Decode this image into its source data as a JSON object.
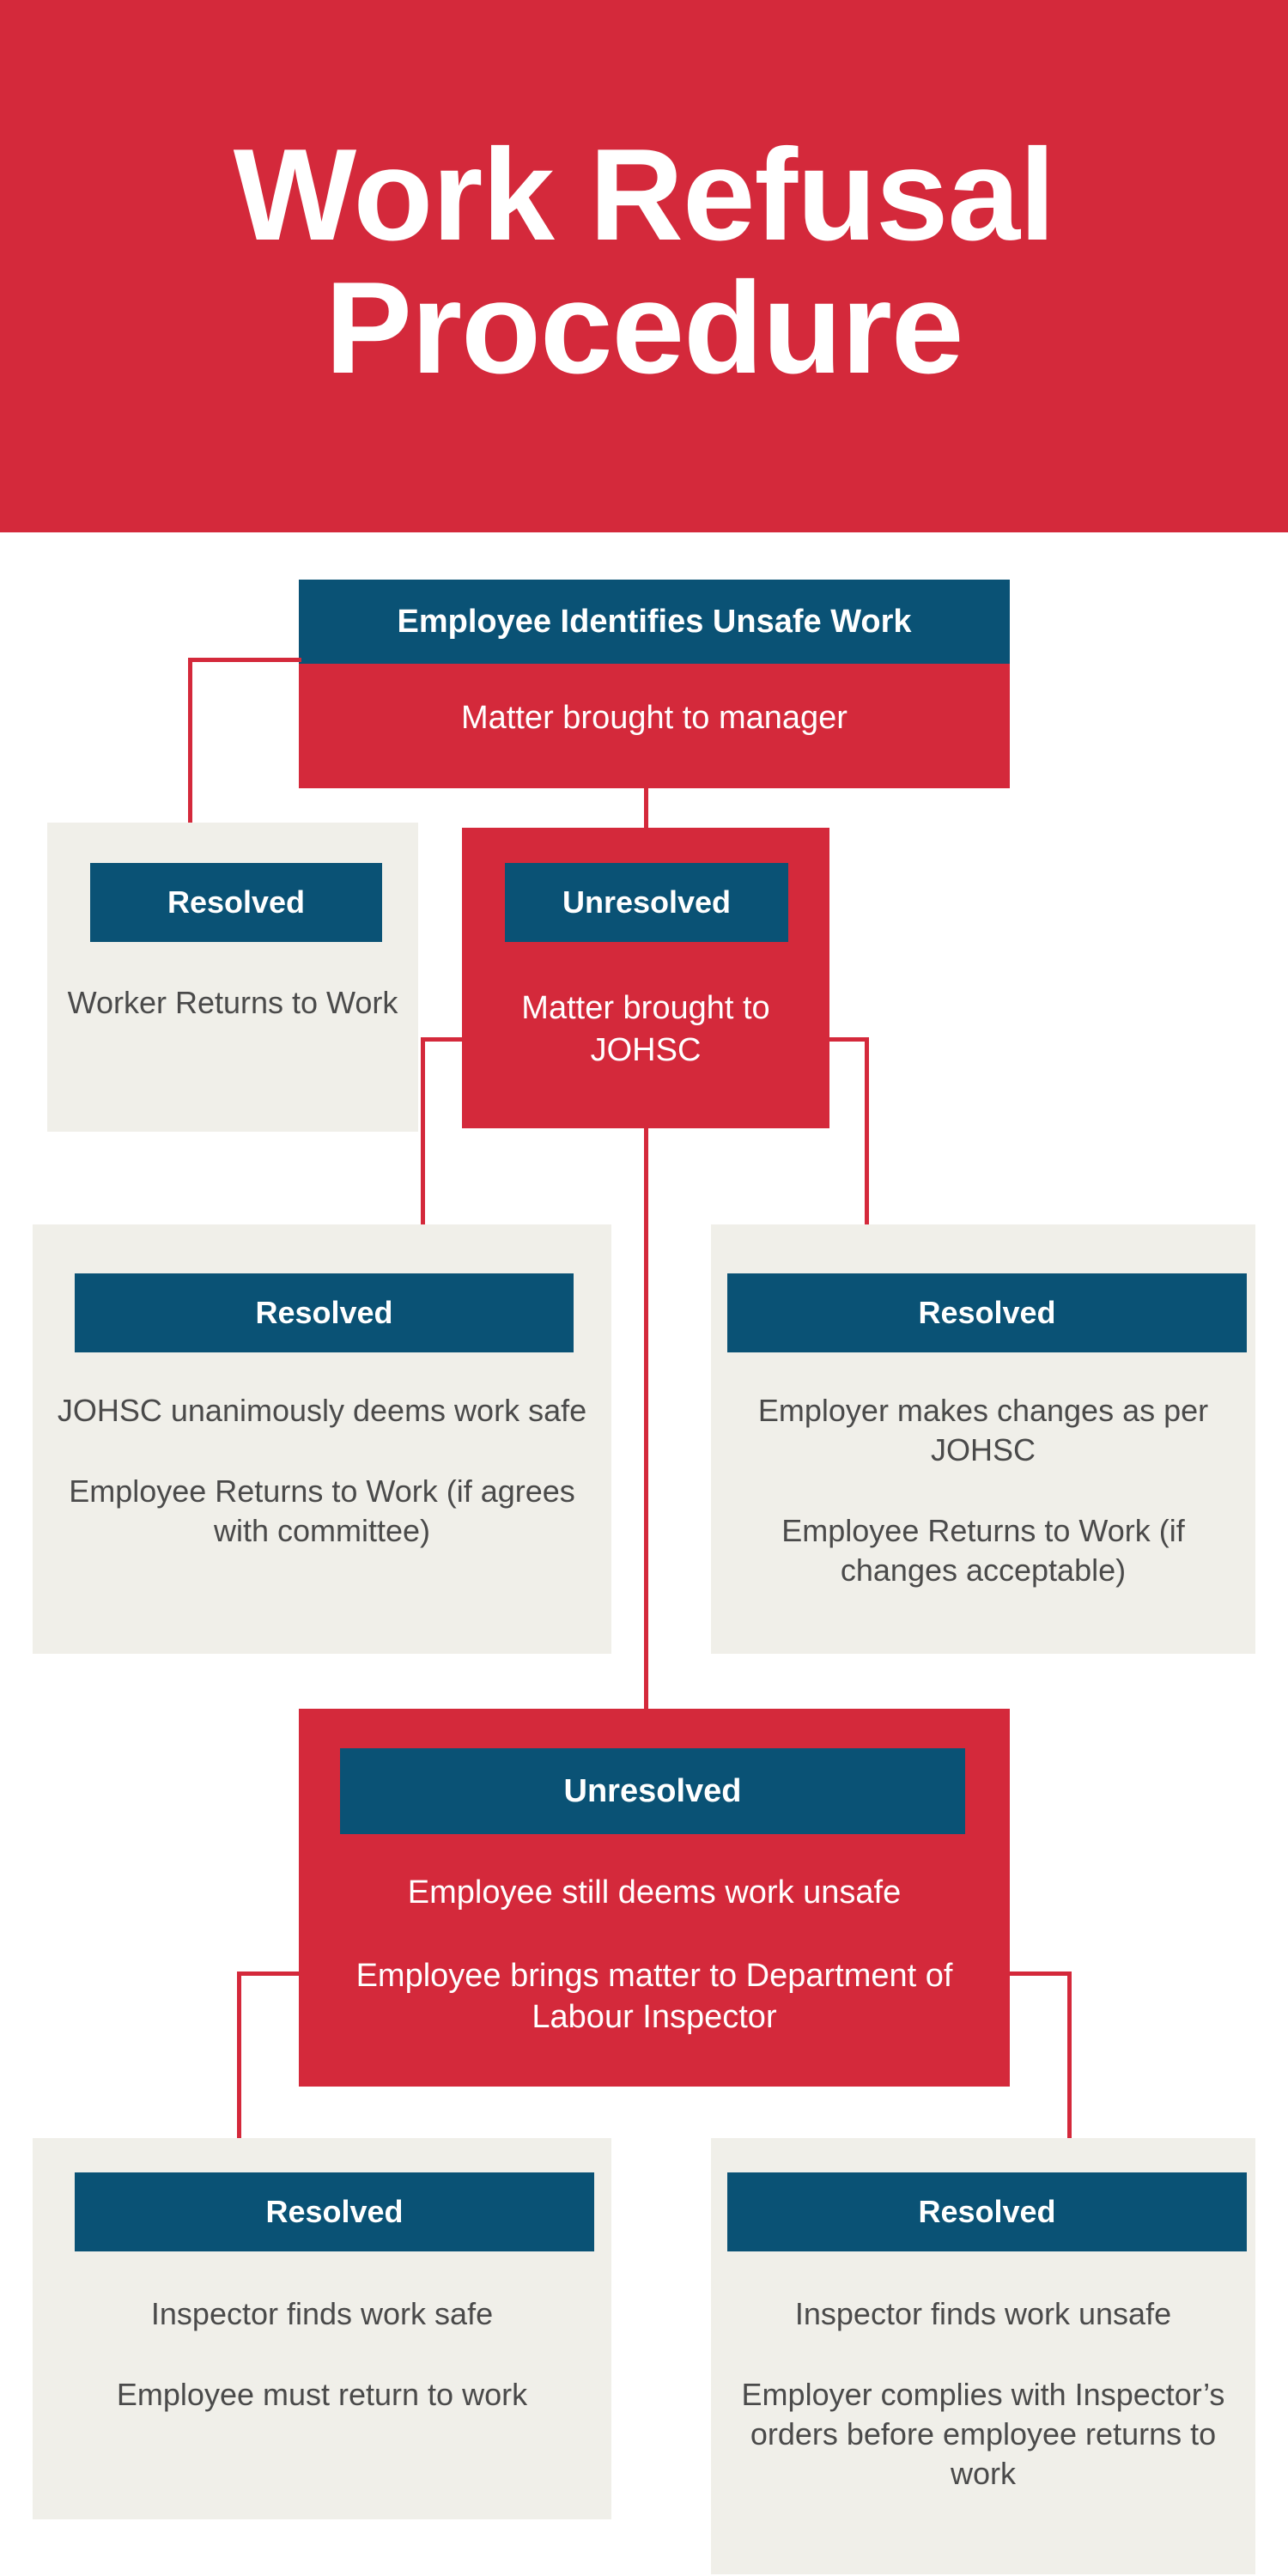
{
  "header": {
    "title": "Work Refusal Procedure",
    "background_color": "#d4293b",
    "text_color": "#ffffff"
  },
  "colors": {
    "red": "#d4293b",
    "blue": "#0a5275",
    "beige": "#f0efe9",
    "body_text": "#4a4a4a",
    "white": "#ffffff"
  },
  "flow": {
    "start": {
      "header_label": "Employee Identifies Unsafe Work",
      "body_lines": [
        "Matter brought to manager"
      ]
    },
    "level1_left": {
      "header_label": "Resolved",
      "body_lines": [
        "Worker Returns to Work"
      ]
    },
    "level1_right": {
      "header_label": "Unresolved",
      "body_lines": [
        "Matter brought to JOHSC"
      ]
    },
    "level2_left": {
      "header_label": "Resolved",
      "body_lines": [
        "JOHSC unanimously deems work safe",
        "Employee Returns to Work (if agrees with committee)"
      ]
    },
    "level2_right": {
      "header_label": "Resolved",
      "body_lines": [
        "Employer makes changes as per JOHSC",
        "Employee Returns to Work (if changes acceptable)"
      ]
    },
    "level3_center": {
      "header_label": "Unresolved",
      "body_lines": [
        "Employee still deems work unsafe",
        "Employee brings matter to Department of Labour Inspector"
      ]
    },
    "level4_left": {
      "header_label": "Resolved",
      "body_lines": [
        "Inspector finds work safe",
        "Employee must return to work"
      ]
    },
    "level4_right": {
      "header_label": "Resolved",
      "body_lines": [
        "Inspector finds work unsafe",
        "Employer complies with Inspector’s orders before employee returns to work"
      ]
    }
  }
}
